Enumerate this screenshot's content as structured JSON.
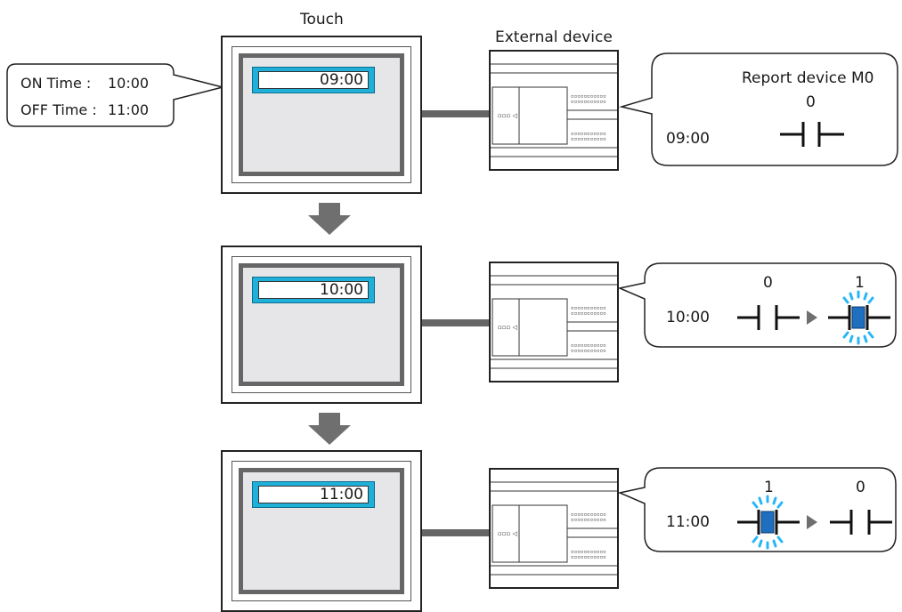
{
  "labels": {
    "touch": "Touch",
    "external_device": "External device",
    "report_device": "Report device M0"
  },
  "settings": {
    "on_label": "ON Time :",
    "on_value": "10:00",
    "off_label": "OFF Time :",
    "off_value": "11:00"
  },
  "steps": [
    {
      "panel_time": "09:00",
      "callout_time": "09:00",
      "state_a": "0"
    },
    {
      "panel_time": "10:00",
      "callout_time": "10:00",
      "state_a": "0",
      "state_b": "1"
    },
    {
      "panel_time": "11:00",
      "callout_time": "11:00",
      "state_a": "1",
      "state_b": "0"
    }
  ],
  "colors": {
    "field_blue": "#1fb0d9",
    "active_contact": "#1f6fc0",
    "glow": "#29b6f6",
    "arrow_gray": "#6f6f6f"
  }
}
